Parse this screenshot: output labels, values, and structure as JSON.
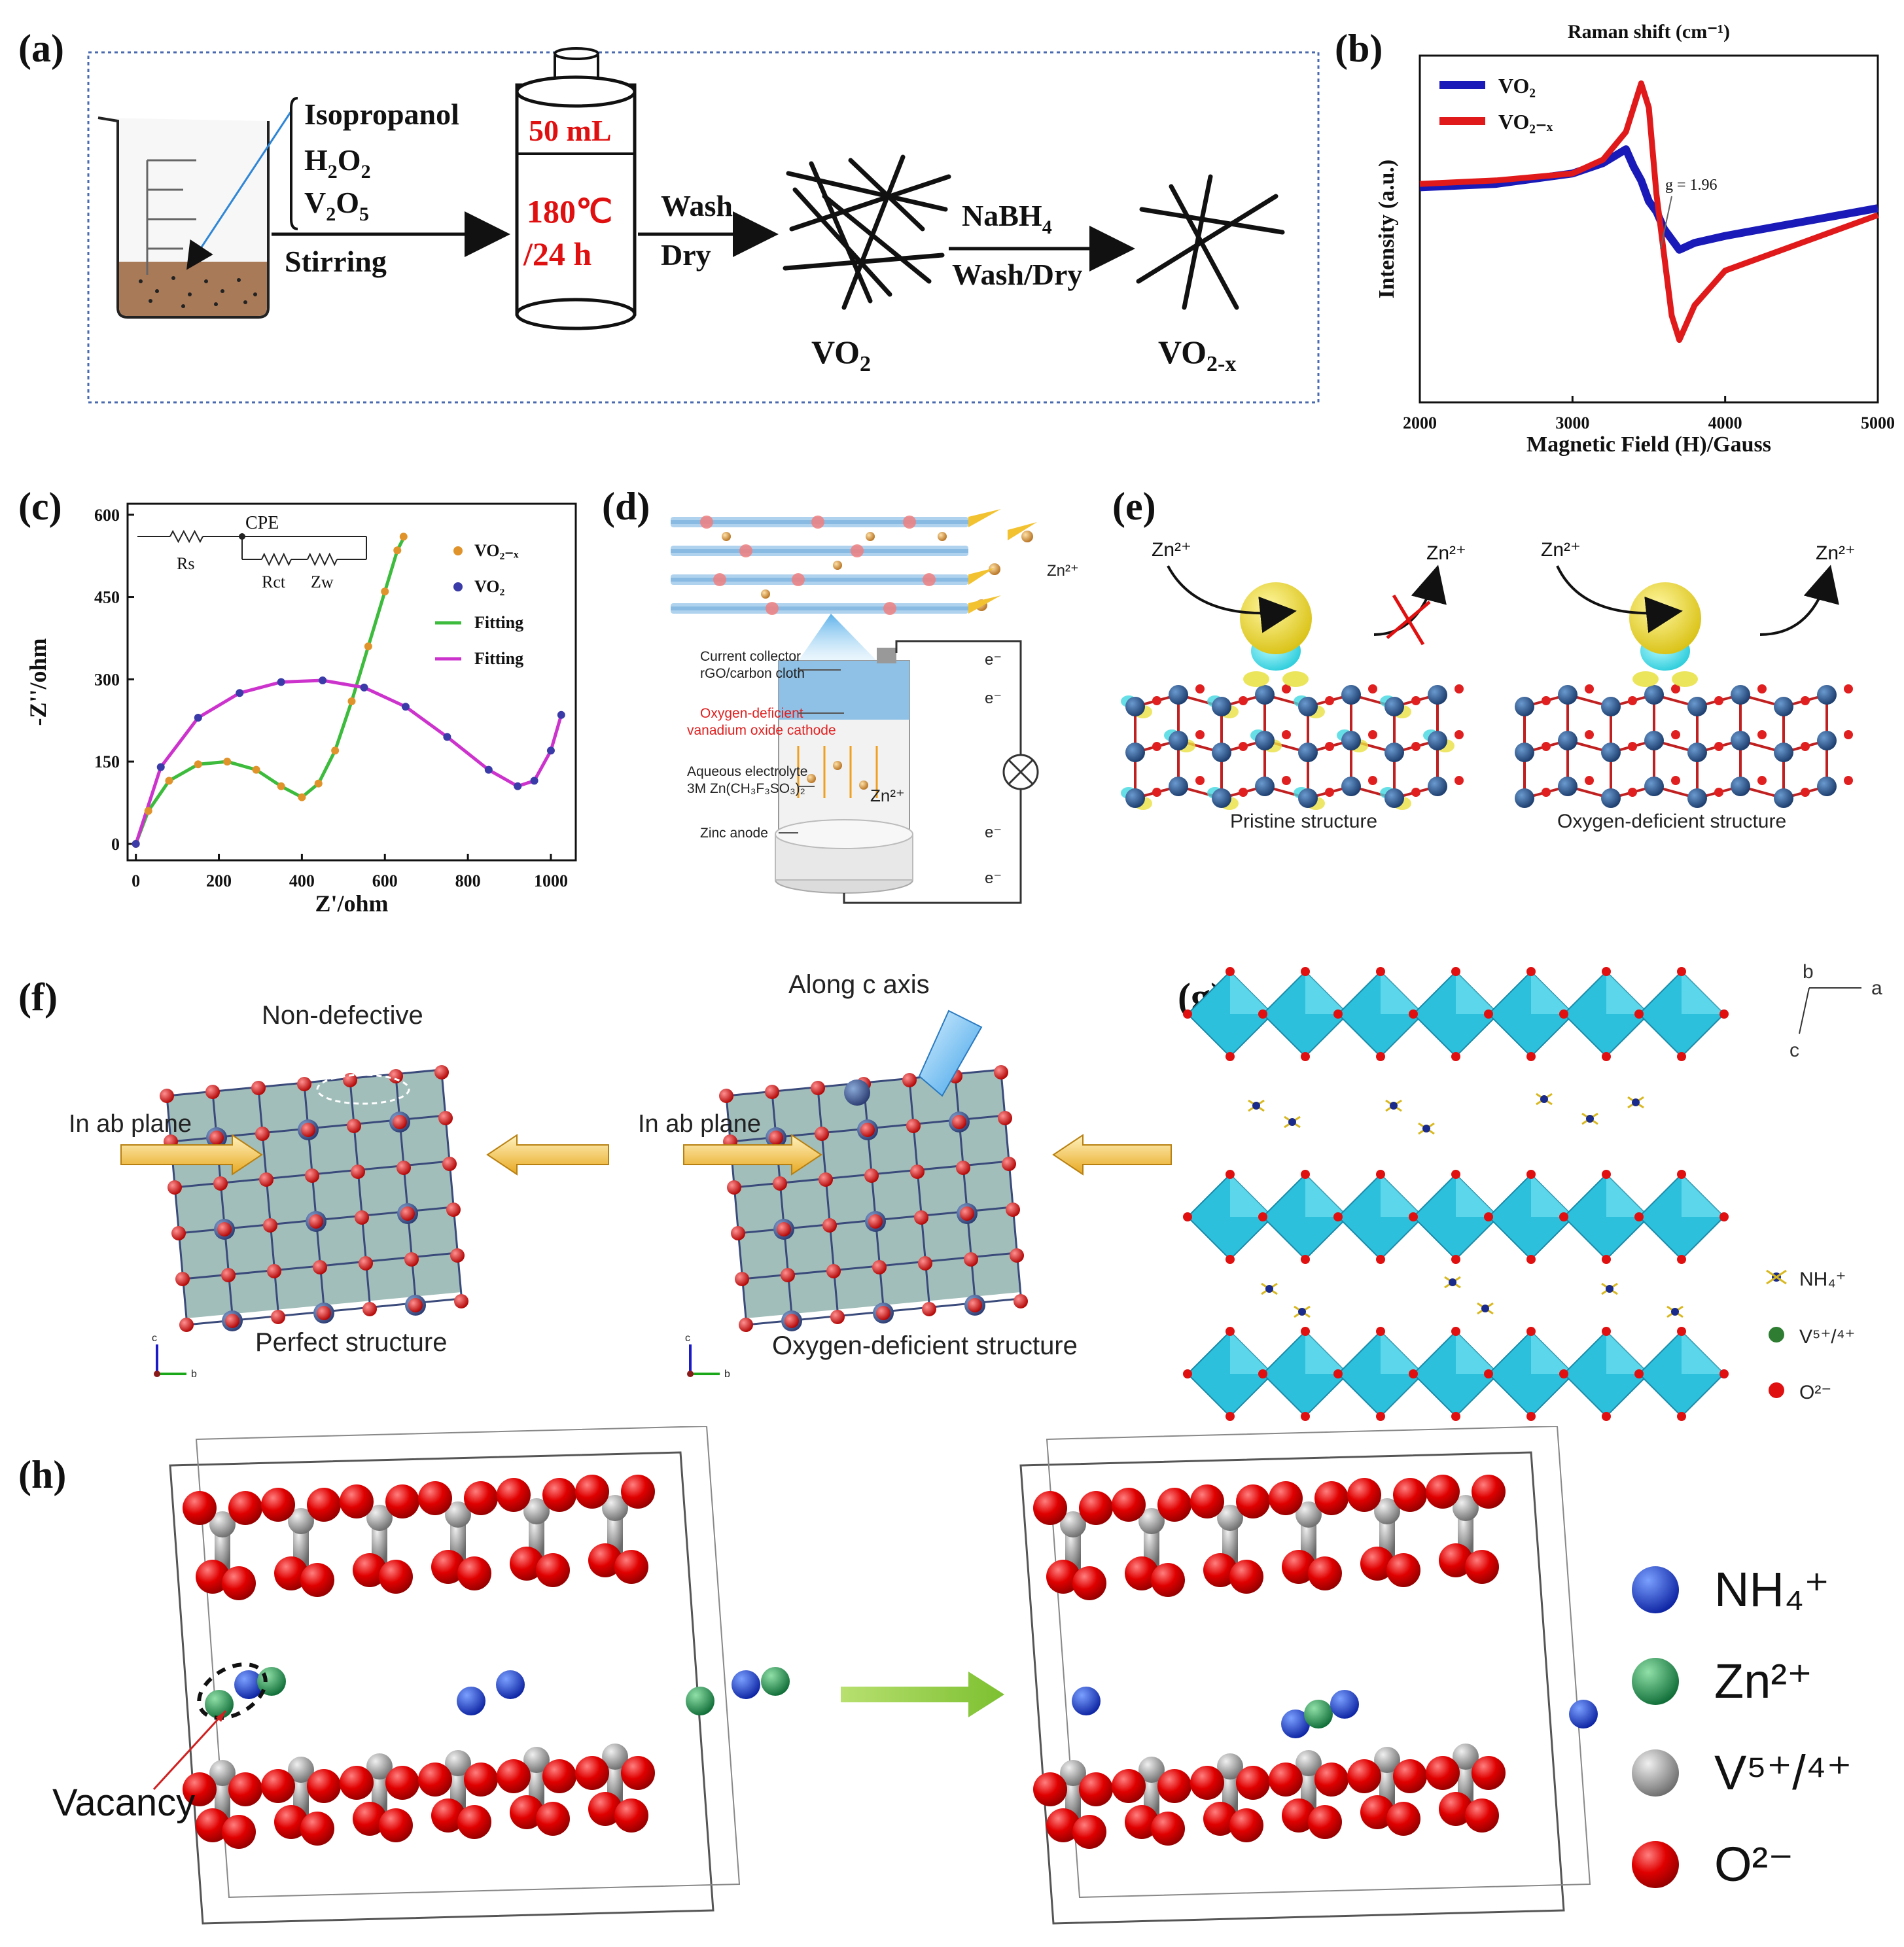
{
  "panels": {
    "a": {
      "label": "(a)",
      "reagents": [
        "Isopropanol",
        "H",
        "2",
        "O",
        "2",
        "V",
        "2",
        "O",
        "5"
      ],
      "stirring": "Stirring",
      "autoclave_volume": "50 mL",
      "autoclave_temp": "180℃",
      "autoclave_time": "/24 h",
      "wash": "Wash",
      "dry": "Dry",
      "nabh4_main": "NaBH",
      "nabh4_sub": "4",
      "wash_dry": "Wash/Dry",
      "product1_main": "VO",
      "product1_sub": "2",
      "product2_main": "VO",
      "product2_sub": "2-x"
    },
    "b": {
      "label": "(b)",
      "top_title": "Raman shift (cm⁻¹)",
      "annotation": "g = 1.96"
    },
    "c": {
      "label": "(c)",
      "circuit": {
        "cpe": "CPE",
        "rs": "Rs",
        "rct": "Rct",
        "zw": "Zw"
      }
    },
    "d": {
      "label": "(d)",
      "zn_ion": "Zn²⁺",
      "zn_ion2": "Zn²⁺",
      "electron": "e⁻",
      "current_collector": "Current collector",
      "collector_material": "rGO/carbon cloth",
      "cathode_line1": "Oxygen-deficient",
      "cathode_line2": "vanadium oxide cathode",
      "electrolyte_line1": "Aqueous electrolyte",
      "electrolyte_line2": "3M Zn(CH₃F₃SO₃)₂",
      "anode": "Zinc anode"
    },
    "e": {
      "label": "(e)",
      "zn_in_left": "Zn²⁺",
      "zn_out_left": "Zn²⁺",
      "zn_in_right": "Zn²⁺",
      "zn_out_right": "Zn²⁺",
      "caption_left": "Pristine structure",
      "caption_right": "Oxygen-deficient structure"
    },
    "f": {
      "label": "(f)",
      "title_left": "Non-defective",
      "title_right": "Along c axis",
      "arrow_label_left": "In ab plane",
      "arrow_label_right": "In ab plane",
      "caption_left": "Perfect structure",
      "caption_right": "Oxygen-deficient structure",
      "axis_c": "c",
      "axis_b": "b"
    },
    "g": {
      "label": "(g)",
      "axis_b": "b",
      "axis_a": "a",
      "axis_c": "c",
      "legend": [
        {
          "label": "NH₄⁺",
          "color": "#1a2a8a"
        },
        {
          "label": "V⁵⁺/⁴⁺",
          "color": "#2e7d32"
        },
        {
          "label": "O²⁻",
          "color": "#e01010"
        }
      ]
    },
    "h": {
      "label": "(h)",
      "vacancy": "Vacancy",
      "legend": [
        {
          "label": "NH₄⁺",
          "color": "#1a3fc8"
        },
        {
          "label": "Zn²⁺",
          "color": "#1f8a4c"
        },
        {
          "label": "V⁵⁺/⁴⁺",
          "color": "#8a8a8a"
        },
        {
          "label": "O²⁻",
          "color": "#e00000"
        }
      ]
    }
  },
  "chart_data": [
    {
      "type": "line",
      "panel": "b",
      "xlabel": "Magnetic Field (H)/Gauss",
      "ylabel": "Intensity (a.u.)",
      "xlim": [
        2000,
        5000
      ],
      "xticks": [
        2000,
        3000,
        4000,
        5000
      ],
      "legend_position": "top-left",
      "series": [
        {
          "name": "VO₂",
          "color": "#1a1ab8",
          "x": [
            2000,
            2500,
            3000,
            3200,
            3350,
            3400,
            3450,
            3500,
            3550,
            3600,
            3700,
            3800,
            4000,
            4500,
            5000
          ],
          "y": [
            0.62,
            0.63,
            0.66,
            0.69,
            0.73,
            0.68,
            0.64,
            0.58,
            0.55,
            0.5,
            0.44,
            0.46,
            0.48,
            0.52,
            0.56
          ]
        },
        {
          "name": "VO₂₋ₓ",
          "color": "#e01a1a",
          "x": [
            2000,
            2500,
            3000,
            3200,
            3350,
            3450,
            3500,
            3550,
            3650,
            3700,
            3800,
            4000,
            4500,
            5000
          ],
          "y": [
            0.63,
            0.64,
            0.66,
            0.7,
            0.78,
            0.92,
            0.85,
            0.6,
            0.25,
            0.18,
            0.28,
            0.38,
            0.46,
            0.54
          ]
        }
      ]
    },
    {
      "type": "scatter",
      "panel": "c",
      "xlabel": "Z'/ohm",
      "ylabel": "-Z''/ohm",
      "xlim": [
        -20,
        1060
      ],
      "ylim": [
        -30,
        620
      ],
      "xticks": [
        0,
        200,
        400,
        600,
        800,
        1000
      ],
      "yticks": [
        0,
        150,
        300,
        450,
        600
      ],
      "legend_position": "top-right",
      "series": [
        {
          "name": "VO₂₋ₓ",
          "kind": "points",
          "color": "#e0932a",
          "x": [
            0,
            30,
            80,
            150,
            220,
            290,
            350,
            400,
            440,
            480,
            520,
            560,
            600,
            630,
            645
          ],
          "y": [
            0,
            60,
            115,
            145,
            150,
            135,
            105,
            85,
            110,
            170,
            260,
            360,
            460,
            535,
            560
          ]
        },
        {
          "name": "VO₂",
          "kind": "points",
          "color": "#3a3aa8",
          "x": [
            0,
            60,
            150,
            250,
            350,
            450,
            550,
            650,
            750,
            850,
            920,
            960,
            1000,
            1025
          ],
          "y": [
            0,
            140,
            230,
            275,
            295,
            298,
            285,
            250,
            195,
            135,
            105,
            115,
            170,
            235
          ]
        },
        {
          "name": "Fitting",
          "kind": "line",
          "color": "#3dbb3d",
          "x": [
            0,
            30,
            80,
            150,
            220,
            290,
            350,
            400,
            440,
            480,
            520,
            560,
            600,
            630,
            650
          ],
          "y": [
            0,
            60,
            115,
            145,
            150,
            135,
            105,
            85,
            110,
            170,
            260,
            360,
            460,
            535,
            565
          ]
        },
        {
          "name": "Fitting",
          "kind": "line",
          "color": "#cc33cc",
          "x": [
            0,
            60,
            150,
            250,
            350,
            450,
            550,
            650,
            750,
            850,
            920,
            960,
            1000,
            1025
          ],
          "y": [
            0,
            140,
            230,
            275,
            295,
            298,
            285,
            250,
            195,
            135,
            105,
            115,
            170,
            235
          ]
        }
      ]
    }
  ]
}
